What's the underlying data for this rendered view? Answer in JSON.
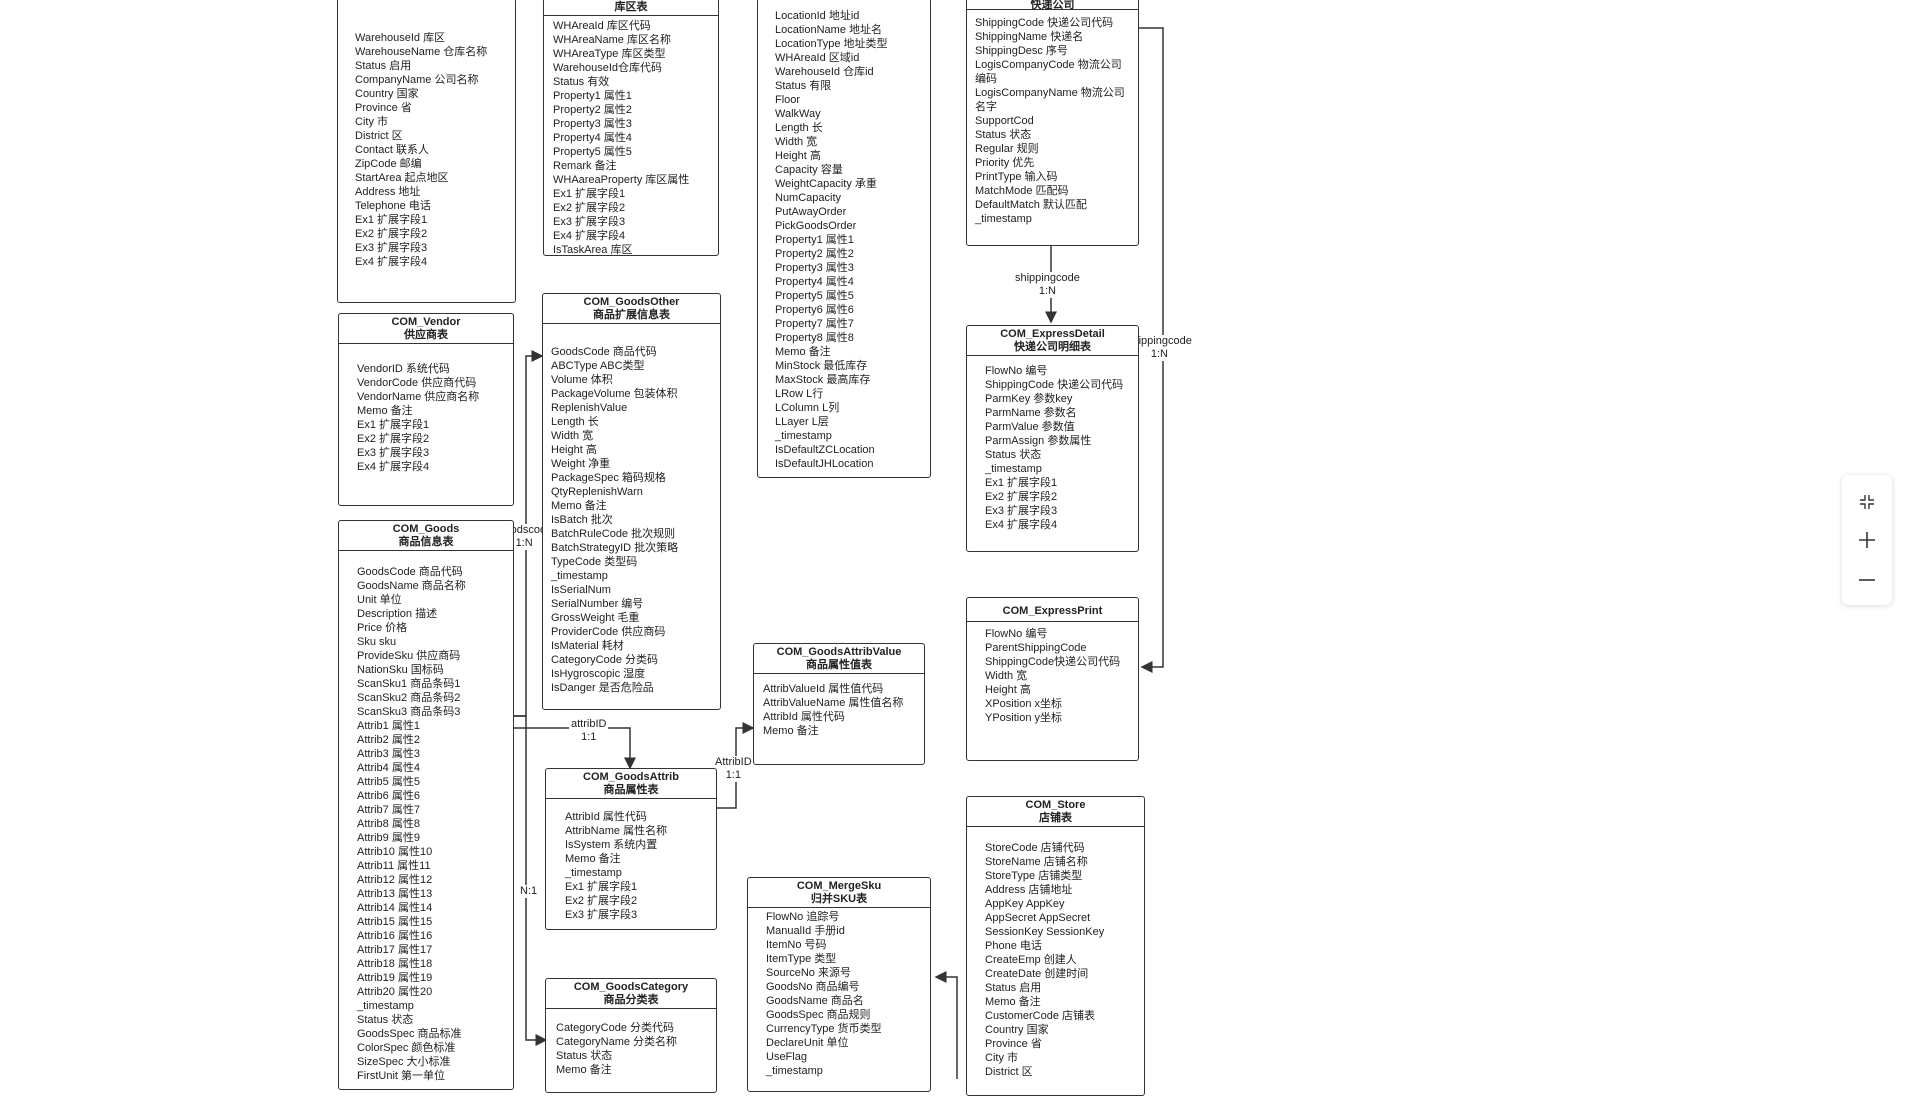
{
  "tables": {
    "warehouse": {
      "title": "",
      "subtitle": "",
      "rows": [
        "WarehouseId  库区",
        "WarehouseName  仓库名称",
        "Status  启用",
        "CompanyName  公司名称",
        "Country  国家",
        "Province  省",
        "City  市",
        "District  区",
        "Contact  联系人",
        "ZipCode  邮编",
        "StartArea  起点地区",
        "Address  地址",
        "Telephone  电话",
        "Ex1  扩展字段1",
        "Ex2  扩展字段2",
        "Ex3  扩展字段3",
        "Ex4  扩展字段4"
      ]
    },
    "wharea": {
      "title": "",
      "subtitle": "库区表",
      "rows": [
        "WHAreaId  库区代码",
        "WHAreaName 库区名称",
        "WHAreaType 库区类型",
        "WarehouseId仓库代码",
        "Status   有效",
        "Property1  属性1",
        "Property2  属性2",
        "Property3  属性3",
        "Property4  属性4",
        "Property5  属性5",
        "Remark   备注",
        "WHAareaProperty  库区属性",
        "Ex1  扩展字段1",
        "Ex2  扩展字段2",
        "Ex3  扩展字段3",
        "Ex4  扩展字段4",
        "IsTaskArea  库区"
      ]
    },
    "location": {
      "title": "",
      "subtitle": "",
      "rows": [
        "LocationId  地址id",
        "LocationName  地址名",
        "LocationType  地址类型",
        "WHAreaId  区域id",
        "WarehouseId  仓库id",
        "Status  有限",
        "Floor",
        "WalkWay",
        "Length  长",
        "Width  宽",
        "Height  高",
        "Capacity  容量",
        "WeightCapacity  承重",
        "NumCapacity",
        "PutAwayOrder",
        "PickGoodsOrder",
        "Property1  属性1",
        "Property2  属性2",
        "Property3  属性3",
        "Property4  属性4",
        "Property5  属性5",
        "Property6  属性6",
        "Property7  属性7",
        "Property8  属性8",
        "Memo     备注",
        "MinStock  最低库存",
        "MaxStock  最高库存",
        "LRow     L行",
        "LColumn  L列",
        "LLayer  L层",
        "_timestamp",
        "IsDefaultZCLocation",
        "IsDefaultJHLocation"
      ]
    },
    "express": {
      "title": "",
      "subtitle": "快递公司",
      "rows": [
        "ShippingCode  快递公司代码",
        "ShippingName  快递名",
        "ShippingDesc  序号",
        "LogisCompanyCode  物流公司编码",
        "LogisCompanyName  物流公司名字",
        "SupportCod",
        "Status  状态",
        "Regular  规则",
        "Priority  优先",
        "PrintType  输入码",
        "MatchMode  匹配码",
        "DefaultMatch  默认匹配",
        "_timestamp"
      ]
    },
    "vendor": {
      "title": "COM_Vendor",
      "subtitle": "供应商表",
      "rows": [
        "VendorID  系统代码",
        "VendorCode  供应商代码",
        "VendorName  供应商名称",
        "Memo  备注",
        "Ex1  扩展字段1",
        "Ex2  扩展字段2",
        "Ex3  扩展字段3",
        "Ex4  扩展字段4"
      ]
    },
    "goodsother": {
      "title": "COM_GoodsOther",
      "subtitle": "商品扩展信息表",
      "rows": [
        "GoodsCode   商品代码",
        "ABCType   ABC类型",
        "Volume  体积",
        "PackageVolume  包装体积",
        "ReplenishValue",
        "Length  长",
        "Width  宽",
        "Height  高",
        "Weight  净重",
        "PackageSpec  箱码规格",
        "QtyReplenishWarn",
        "Memo  备注",
        "IsBatch  批次",
        "BatchRuleCode  批次规则",
        "BatchStrategyID  批次策略",
        "TypeCode  类型码",
        "_timestamp",
        "IsSerialNum",
        "SerialNumber  编号",
        "GrossWeight  毛重",
        "ProviderCode  供应商码",
        "IsMaterial  耗材",
        "CategoryCode  分类码",
        "IsHygroscopic  湿度",
        "IsDanger  是否危险品"
      ]
    },
    "expressdetail": {
      "title": "COM_ExpressDetail",
      "subtitle": "快递公司明细表",
      "rows": [
        "FlowNo  编号",
        "ShippingCode  快递公司代码",
        "ParmKey   参数key",
        "ParmName  参数名",
        "ParmValue  参数值",
        "ParmAssign  参数属性",
        "Status  状态",
        "_timestamp",
        "Ex1  扩展字段1",
        "Ex2  扩展字段2",
        "Ex3  扩展字段3",
        "Ex4  扩展字段4"
      ]
    },
    "goods": {
      "title": "COM_Goods",
      "subtitle": "商品信息表",
      "rows": [
        "GoodsCode  商品代码",
        "GoodsName  商品名称",
        "Unit  单位",
        "Description  描述",
        "Price  价格",
        "Sku  sku",
        "ProvideSku  供应商码",
        "NationSku  国标码",
        "ScanSku1  商品条码1",
        "ScanSku2  商品条码2",
        "ScanSku3  商品条码3",
        "Attrib1  属性1",
        "Attrib2  属性2",
        "Attrib3  属性3",
        "Attrib4  属性4",
        "Attrib5  属性5",
        "Attrib6  属性6",
        "Attrib7  属性7",
        "Attrib8  属性8",
        "Attrib9  属性9",
        "Attrib10  属性10",
        "Attrib11  属性11",
        "Attrib12  属性12",
        "Attrib13  属性13",
        "Attrib14  属性14",
        "Attrib15  属性15",
        "Attrib16  属性16",
        "Attrib17  属性17",
        "Attrib18  属性18",
        "Attrib19  属性19",
        "Attrib20  属性20",
        "_timestamp",
        "Status  状态",
        "GoodsSpec  商品标准",
        "ColorSpec  颜色标准",
        "SizeSpec  大小标准",
        "FirstUnit  第一单位"
      ]
    },
    "expressprint": {
      "title": "COM_ExpressPrint",
      "subtitle": "",
      "rows": [
        "FlowNo  编号",
        "ParentShippingCode",
        "ShippingCode快递公司代码",
        "Width  宽",
        "Height  高",
        "XPosition x坐标",
        "YPosition  y坐标"
      ]
    },
    "attribvalue": {
      "title": "COM_GoodsAttribValue",
      "subtitle": "商品属性值表",
      "rows": [
        "AttribValueId  属性值代码",
        "AttribValueName  属性值名称",
        "AttribId  属性代码",
        "Memo  备注"
      ]
    },
    "attrib": {
      "title": "COM_GoodsAttrib",
      "subtitle": "商品属性表",
      "rows": [
        "AttribId  属性代码",
        "AttribName  属性名称",
        "IsSystem  系统内置",
        "Memo  备注",
        "_timestamp",
        "Ex1  扩展字段1",
        "Ex2  扩展字段2",
        "Ex3  扩展字段3"
      ]
    },
    "store": {
      "title": "COM_Store",
      "subtitle": "店铺表",
      "rows": [
        "StoreCode  店铺代码",
        "StoreName  店铺名称",
        "StoreType  店铺类型",
        "Address  店铺地址",
        "AppKey   AppKey",
        "AppSecret   AppSecret",
        "SessionKey   SessionKey",
        "Phone  电话",
        "CreateEmp  创建人",
        "CreateDate  创建时间",
        "Status  启用",
        "Memo  备注",
        "CustomerCode  店铺表",
        "Country  国家",
        "Province  省",
        "City  市",
        "District  区"
      ]
    },
    "mergesku": {
      "title": "COM_MergeSku",
      "subtitle": "归并SKU表",
      "rows": [
        "FlowNo  追踪号",
        "ManualId  手册id",
        "ItemNo   号码",
        "ItemType  类型",
        "SourceNo  来源号",
        "GoodsNo  商品编号",
        "GoodsName  商品名",
        "GoodsSpec  商品规则",
        "CurrencyType  货币类型",
        "DeclareUnit  单位",
        "UseFlag",
        "_timestamp"
      ]
    },
    "category": {
      "title": "COM_GoodsCategory",
      "subtitle": "商品分类表",
      "rows": [
        "CategoryCode  分类代码",
        "CategoryName  分类名称",
        "Status  状态",
        "Memo  备注"
      ]
    }
  },
  "relations": {
    "goodscode": {
      "field": "Goodscode",
      "card": "1:N"
    },
    "shipping1": {
      "field": "shippingcode",
      "card": "1:N"
    },
    "shipping2": {
      "field": "shippingcode",
      "card": "1:N"
    },
    "attrib_id1": {
      "field": "attribID",
      "card": "1:1"
    },
    "attrib_id2": {
      "field": "AttribID",
      "card": "1:1"
    },
    "n1": {
      "field": "",
      "card": "N:1"
    }
  },
  "toolbar": {
    "icons": [
      "collapse-icon",
      "zoom-in-icon",
      "zoom-out-icon"
    ]
  }
}
